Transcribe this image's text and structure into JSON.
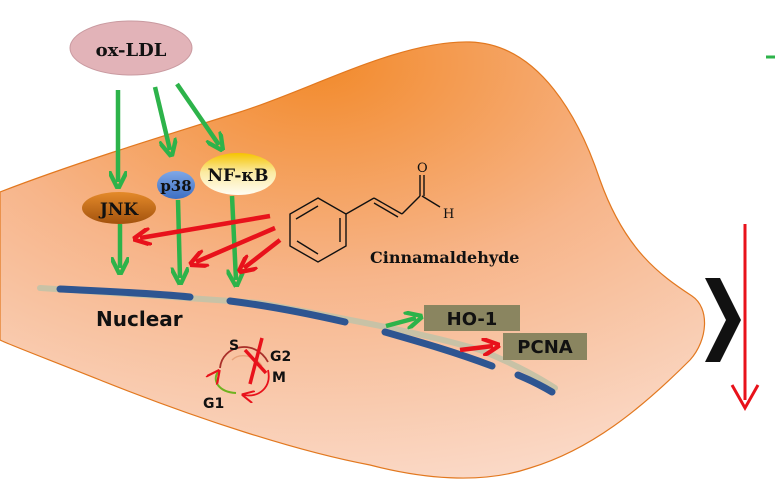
{
  "labels": {
    "oxldl": "ox-LDL",
    "jnk": "JNK",
    "p38": "p38",
    "nfkb": "NF-κB",
    "cinnamaldehyde": "Cinnamaldehyde",
    "nuclear": "Nuclear",
    "ho1": "HO-1",
    "pcna": "PCNA",
    "phase_s": "S",
    "phase_g2": "G2",
    "phase_m": "M",
    "phase_g1": "G1",
    "atom_o": "O",
    "atom_h": "H"
  },
  "colors": {
    "activation": "#2db34a",
    "inhibition": "#e8121b",
    "membrane": "#c8c2a6",
    "nuclear_membrane_dash": "#2e5591",
    "box_fill": "#8a8560"
  }
}
